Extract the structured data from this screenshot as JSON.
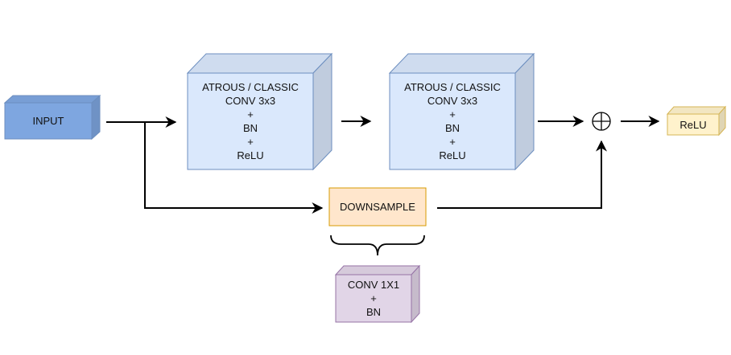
{
  "nodes": {
    "input": {
      "text": "INPUT",
      "fill": "#7EA6E0",
      "stroke": "#6C8EBF"
    },
    "block1": {
      "lines": [
        "ATROUS / CLASSIC",
        "CONV 3x3",
        "+",
        "BN",
        "+",
        "ReLU"
      ],
      "fill": "#DAE8FC",
      "stroke": "#6C8EBF"
    },
    "block2": {
      "lines": [
        "ATROUS / CLASSIC",
        "CONV 3x3",
        "+",
        "BN",
        "+",
        "ReLU"
      ],
      "fill": "#DAE8FC",
      "stroke": "#6C8EBF"
    },
    "downsample": {
      "text": "DOWNSAMPLE",
      "fill": "#FFE6CC",
      "stroke": "#D79B00"
    },
    "conv1x1": {
      "lines": [
        "CONV 1X1",
        "+",
        "BN"
      ],
      "fill": "#E1D5E7",
      "stroke": "#9673A6"
    },
    "relu": {
      "text": "ReLU",
      "fill": "#FFF2CC",
      "stroke": "#D6B656"
    },
    "add": {
      "symbol": "⊕"
    }
  },
  "colors": {
    "edge": "#000000"
  }
}
